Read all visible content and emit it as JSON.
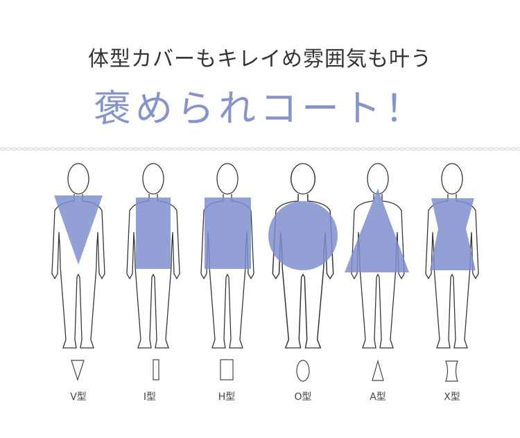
{
  "header": {
    "subtitle": "体型カバーもキレイめ雰囲気も叶う",
    "title": "褒められコート！"
  },
  "accent_color": "#8594cc",
  "body_types": [
    {
      "label": "V型",
      "shape": "inverted-triangle"
    },
    {
      "label": "I型",
      "shape": "narrow-rectangle"
    },
    {
      "label": "H型",
      "shape": "rectangle"
    },
    {
      "label": "O型",
      "shape": "oval"
    },
    {
      "label": "A型",
      "shape": "triangle"
    },
    {
      "label": "X型",
      "shape": "hourglass"
    }
  ]
}
